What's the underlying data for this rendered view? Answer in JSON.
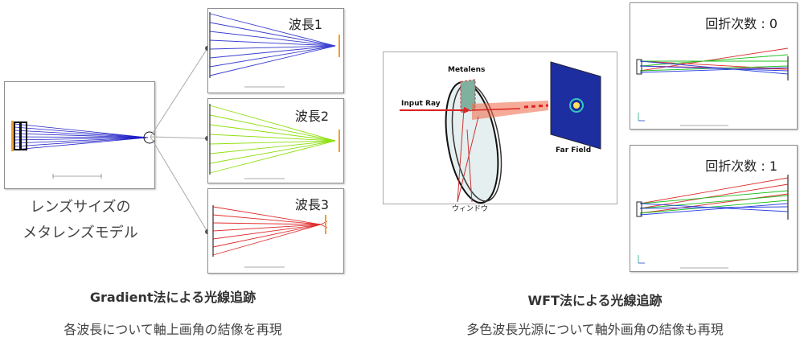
{
  "left": {
    "model_caption_line1": "レンズサイズの",
    "model_caption_line2": "メタレンズモデル",
    "panels": [
      {
        "label": "波長1",
        "color": "#3a3fd0"
      },
      {
        "label": "波長2",
        "color": "#8fe010"
      },
      {
        "label": "波長3",
        "color": "#e03030"
      }
    ],
    "title": "Gradient法による光線追跡",
    "subtitle": "各波長について軸上画角の結像を再現"
  },
  "right": {
    "diagram": {
      "metalens": "Metalens",
      "input_ray": "Input Ray",
      "far_field": "Far Field",
      "window": "ウィンドウ"
    },
    "panels": [
      {
        "label": "回折次数 : 0"
      },
      {
        "label": "回折次数 : 1"
      }
    ],
    "title": "WFT法による光線追跡",
    "subtitle": "多色波長光源について軸外画角の結像も再現"
  }
}
